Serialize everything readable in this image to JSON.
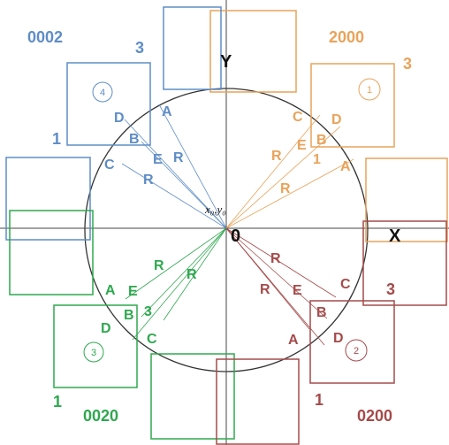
{
  "colors": {
    "q1": "#e9a35a",
    "q2": "#5e8dc6",
    "q3": "#2fa84f",
    "q4": "#a54a4a",
    "axis": "#333333",
    "circle": "#333333"
  },
  "axes": {
    "x_label": "X",
    "y_label": "Y",
    "origin_label": "0",
    "center_label": "x₀,y₀"
  },
  "quadrants": {
    "q1": {
      "code": "2000",
      "corner": "3",
      "circled": "1",
      "letters": {
        "C": "C",
        "D": "D",
        "E": "E",
        "B": "B",
        "R1": "R",
        "one": "1",
        "A": "A",
        "R2": "R"
      }
    },
    "q2": {
      "code": "0002",
      "corner3": "3",
      "corner1": "1",
      "circled": "4",
      "letters": {
        "A": "A",
        "D": "D",
        "B": "B",
        "E": "E",
        "R1": "R",
        "C": "C",
        "R2": "R"
      }
    },
    "q3": {
      "code": "0020",
      "corner": "1",
      "circled": "3",
      "letters": {
        "R1": "R",
        "R2": "R",
        "A": "A",
        "E": "E",
        "B": "B",
        "three": "3",
        "D": "D",
        "C": "C"
      }
    },
    "q4": {
      "code": "0200",
      "corner3": "3",
      "corner1": "1",
      "circled": "2",
      "letters": {
        "R1": "R",
        "R2": "R",
        "E": "E",
        "C": "C",
        "B": "B",
        "D": "D",
        "A": "A"
      }
    }
  }
}
